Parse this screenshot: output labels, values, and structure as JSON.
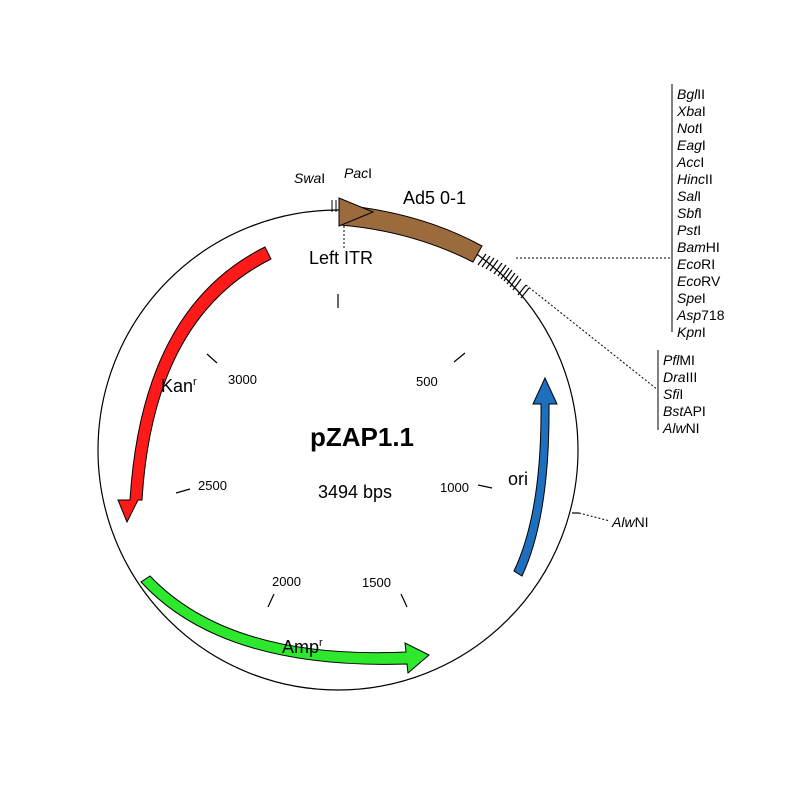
{
  "plasmid": {
    "name": "pZAP1.1",
    "size_label": "3494 bps",
    "length": 3494
  },
  "ticks": [
    {
      "position": 500,
      "label": "500"
    },
    {
      "position": 1000,
      "label": "1000"
    },
    {
      "position": 1500,
      "label": "1500"
    },
    {
      "position": 2000,
      "label": "2000"
    },
    {
      "position": 2500,
      "label": "2500"
    },
    {
      "position": 3000,
      "label": "3000"
    }
  ],
  "features": [
    {
      "id": "ad5",
      "label": "Ad5 0-1",
      "sup": "",
      "color": "#9b6a3d"
    },
    {
      "id": "itr",
      "label": "Left ITR",
      "sup": "",
      "color": "#9b6a3d"
    },
    {
      "id": "ori",
      "label": "ori",
      "sup": "",
      "color": "#1f6fbf"
    },
    {
      "id": "amp",
      "label": "Amp",
      "sup": "r",
      "color": "#2ee82e"
    },
    {
      "id": "kan",
      "label": "Kan",
      "sup": "r",
      "color": "#ff1a1a"
    }
  ],
  "sites": {
    "top": [
      {
        "italic": "Swa",
        "rest": "I"
      },
      {
        "italic": "Pac",
        "rest": "I"
      }
    ],
    "mcs_group_1": [
      {
        "italic": "Bgl",
        "rest": "II"
      },
      {
        "italic": "Xba",
        "rest": "I"
      },
      {
        "italic": "Not",
        "rest": "I"
      },
      {
        "italic": "Eag",
        "rest": "I"
      },
      {
        "italic": "Acc",
        "rest": "I"
      },
      {
        "italic": "Hinc",
        "rest": "II"
      },
      {
        "italic": "Sal",
        "rest": "I"
      },
      {
        "italic": "Sbf",
        "rest": "I"
      },
      {
        "italic": "Pst",
        "rest": "I"
      },
      {
        "italic": "Bam",
        "rest": "HI"
      },
      {
        "italic": "Eco",
        "rest": "RI"
      },
      {
        "italic": "Eco",
        "rest": "RV"
      },
      {
        "italic": "Spe",
        "rest": "I"
      },
      {
        "italic": "Asp",
        "rest": "718"
      },
      {
        "italic": "Kpn",
        "rest": "I"
      }
    ],
    "mcs_group_2": [
      {
        "italic": "Pfl",
        "rest": "MI"
      },
      {
        "italic": "Dra",
        "rest": "III"
      },
      {
        "italic": "Sfi",
        "rest": "I"
      },
      {
        "italic": "Bst",
        "rest": "API"
      },
      {
        "italic": "Alw",
        "rest": "NI"
      }
    ],
    "single": {
      "italic": "Alw",
      "rest": "NI"
    }
  }
}
